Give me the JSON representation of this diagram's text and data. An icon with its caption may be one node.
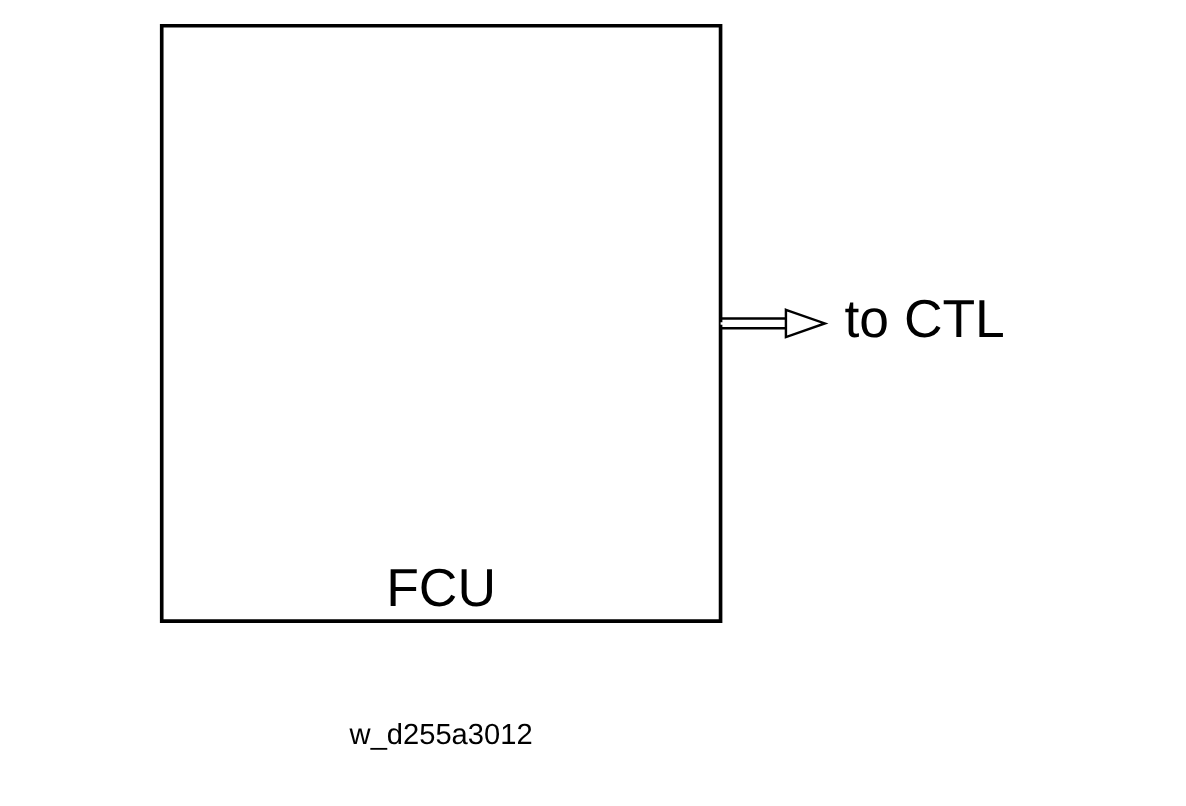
{
  "diagram": {
    "nodes": [
      {
        "text": [
          "FCU"
        ]
      },
      {
        "text": [
          "to CTL"
        ]
      }
    ],
    "edges": [
      {
        "from": 0,
        "to": 1,
        "arrow": "to"
      }
    ],
    "labels": [
      "w_d255a3012"
    ]
  }
}
